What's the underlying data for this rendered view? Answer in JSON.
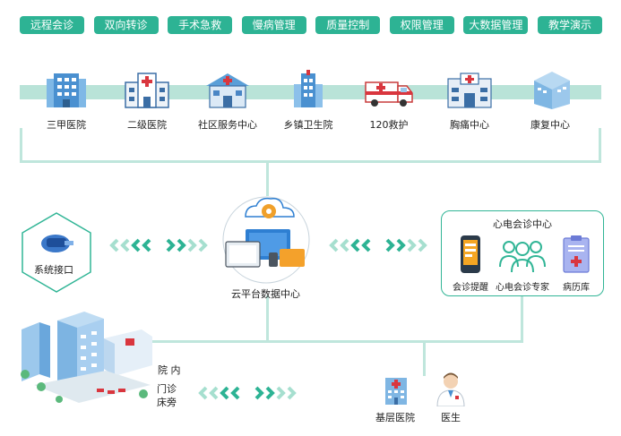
{
  "tabs": [
    "远程会诊",
    "双向转诊",
    "手术急救",
    "慢病管理",
    "质量控制",
    "权限管理",
    "大数据管理",
    "教学演示"
  ],
  "facilities": [
    {
      "label": "三甲医院",
      "icon": "tertiary-hospital-icon"
    },
    {
      "label": "二级医院",
      "icon": "secondary-hospital-icon"
    },
    {
      "label": "社区服务中心",
      "icon": "community-center-icon"
    },
    {
      "label": "乡镇卫生院",
      "icon": "township-clinic-icon"
    },
    {
      "label": "120救护",
      "icon": "ambulance-icon"
    },
    {
      "label": "胸痛中心",
      "icon": "chest-pain-center-icon"
    },
    {
      "label": "康复中心",
      "icon": "rehab-center-icon"
    }
  ],
  "center": {
    "label": "云平台数据中心"
  },
  "system_interface": {
    "label": "系统接口"
  },
  "ecg_center": {
    "title": "心电会诊中心",
    "items": [
      {
        "label": "会诊提醒",
        "icon": "phone-icon"
      },
      {
        "label": "心电会诊专家",
        "icon": "experts-icon"
      },
      {
        "label": "病历库",
        "icon": "medical-record-icon"
      }
    ]
  },
  "hospital": {
    "inside": "院 内",
    "outpatient": "门诊",
    "bedside": "床旁"
  },
  "bottom": {
    "grassroots": "基层医院",
    "doctor": "医生"
  },
  "colors": {
    "accent": "#2db394",
    "band": "#b9e3d8",
    "line": "#bfe6dc",
    "arrow_dark": "#2db394",
    "arrow_light": "#a6dfcf"
  }
}
